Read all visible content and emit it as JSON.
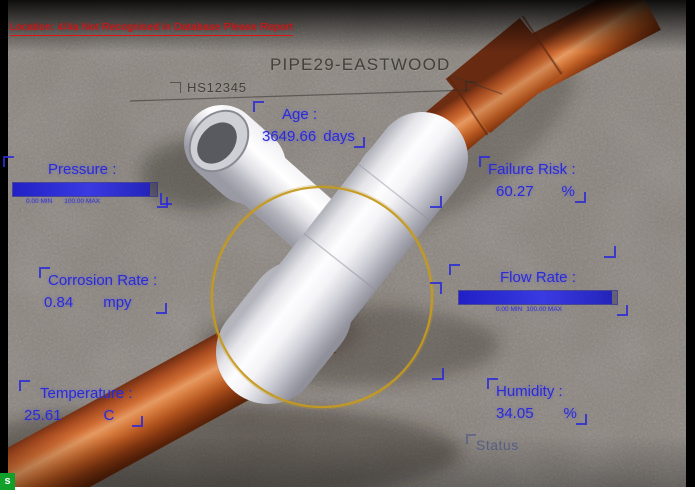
{
  "warning_text": "Location: 4/4a Not Recognised in Database Please Report",
  "pipe_label": "PIPE29-EASTWOOD",
  "serial_label": "HS12345",
  "status_label": "Status",
  "badge_label": "s",
  "panels": {
    "age": {
      "label": "Age :",
      "value": "3649.66",
      "unit": "days"
    },
    "pressure": {
      "label": "Pressure :",
      "bar_percent": 95,
      "scale_min": "0.00 MIN",
      "scale_max": "100.00 MAX"
    },
    "failure_risk": {
      "label": "Failure Risk :",
      "value": "60.27",
      "unit": "%"
    },
    "corrosion_rate": {
      "label": "Corrosion Rate :",
      "value": "0.84",
      "unit": "mpy"
    },
    "flow_rate": {
      "label": "Flow Rate :",
      "bar_percent": 97,
      "scale_min": "0.00 MIN",
      "scale_max": "100.00 MAX"
    },
    "temperature": {
      "label": "Temperature :",
      "value": "25.61",
      "unit": "C"
    },
    "humidity": {
      "label": "Humidity :",
      "value": "34.05",
      "unit": "%"
    }
  },
  "colors": {
    "ar_blue": "#2b2bd6",
    "alert_red": "#e01212",
    "ring_gold": "#c59a20",
    "bar_fill": "#2a2ad0",
    "pipe_orange": "#c05a28",
    "fitting_white": "#f2f2f4",
    "carpet_gray": "#87807a"
  }
}
